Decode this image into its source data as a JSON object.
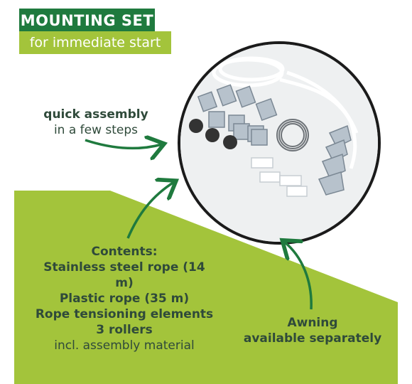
{
  "header": {
    "title": "MOUNTING SET",
    "subtitle": "for immediate start"
  },
  "callouts": {
    "quick_bold": "quick assembly",
    "quick_normal": "in a few steps",
    "contents_lines_bold": [
      "Contents:",
      "Stainless steel rope (14",
      "m)",
      "Plastic rope (35 m)",
      "Rope tensioning elements",
      "3 rollers"
    ],
    "contents_normal": "incl. assembly material",
    "awning_lines": [
      "Awning",
      "available separately"
    ]
  },
  "colors": {
    "dark_green": "#1f7a3e",
    "light_green": "#a3c43b",
    "text": "#2f4a3a"
  }
}
